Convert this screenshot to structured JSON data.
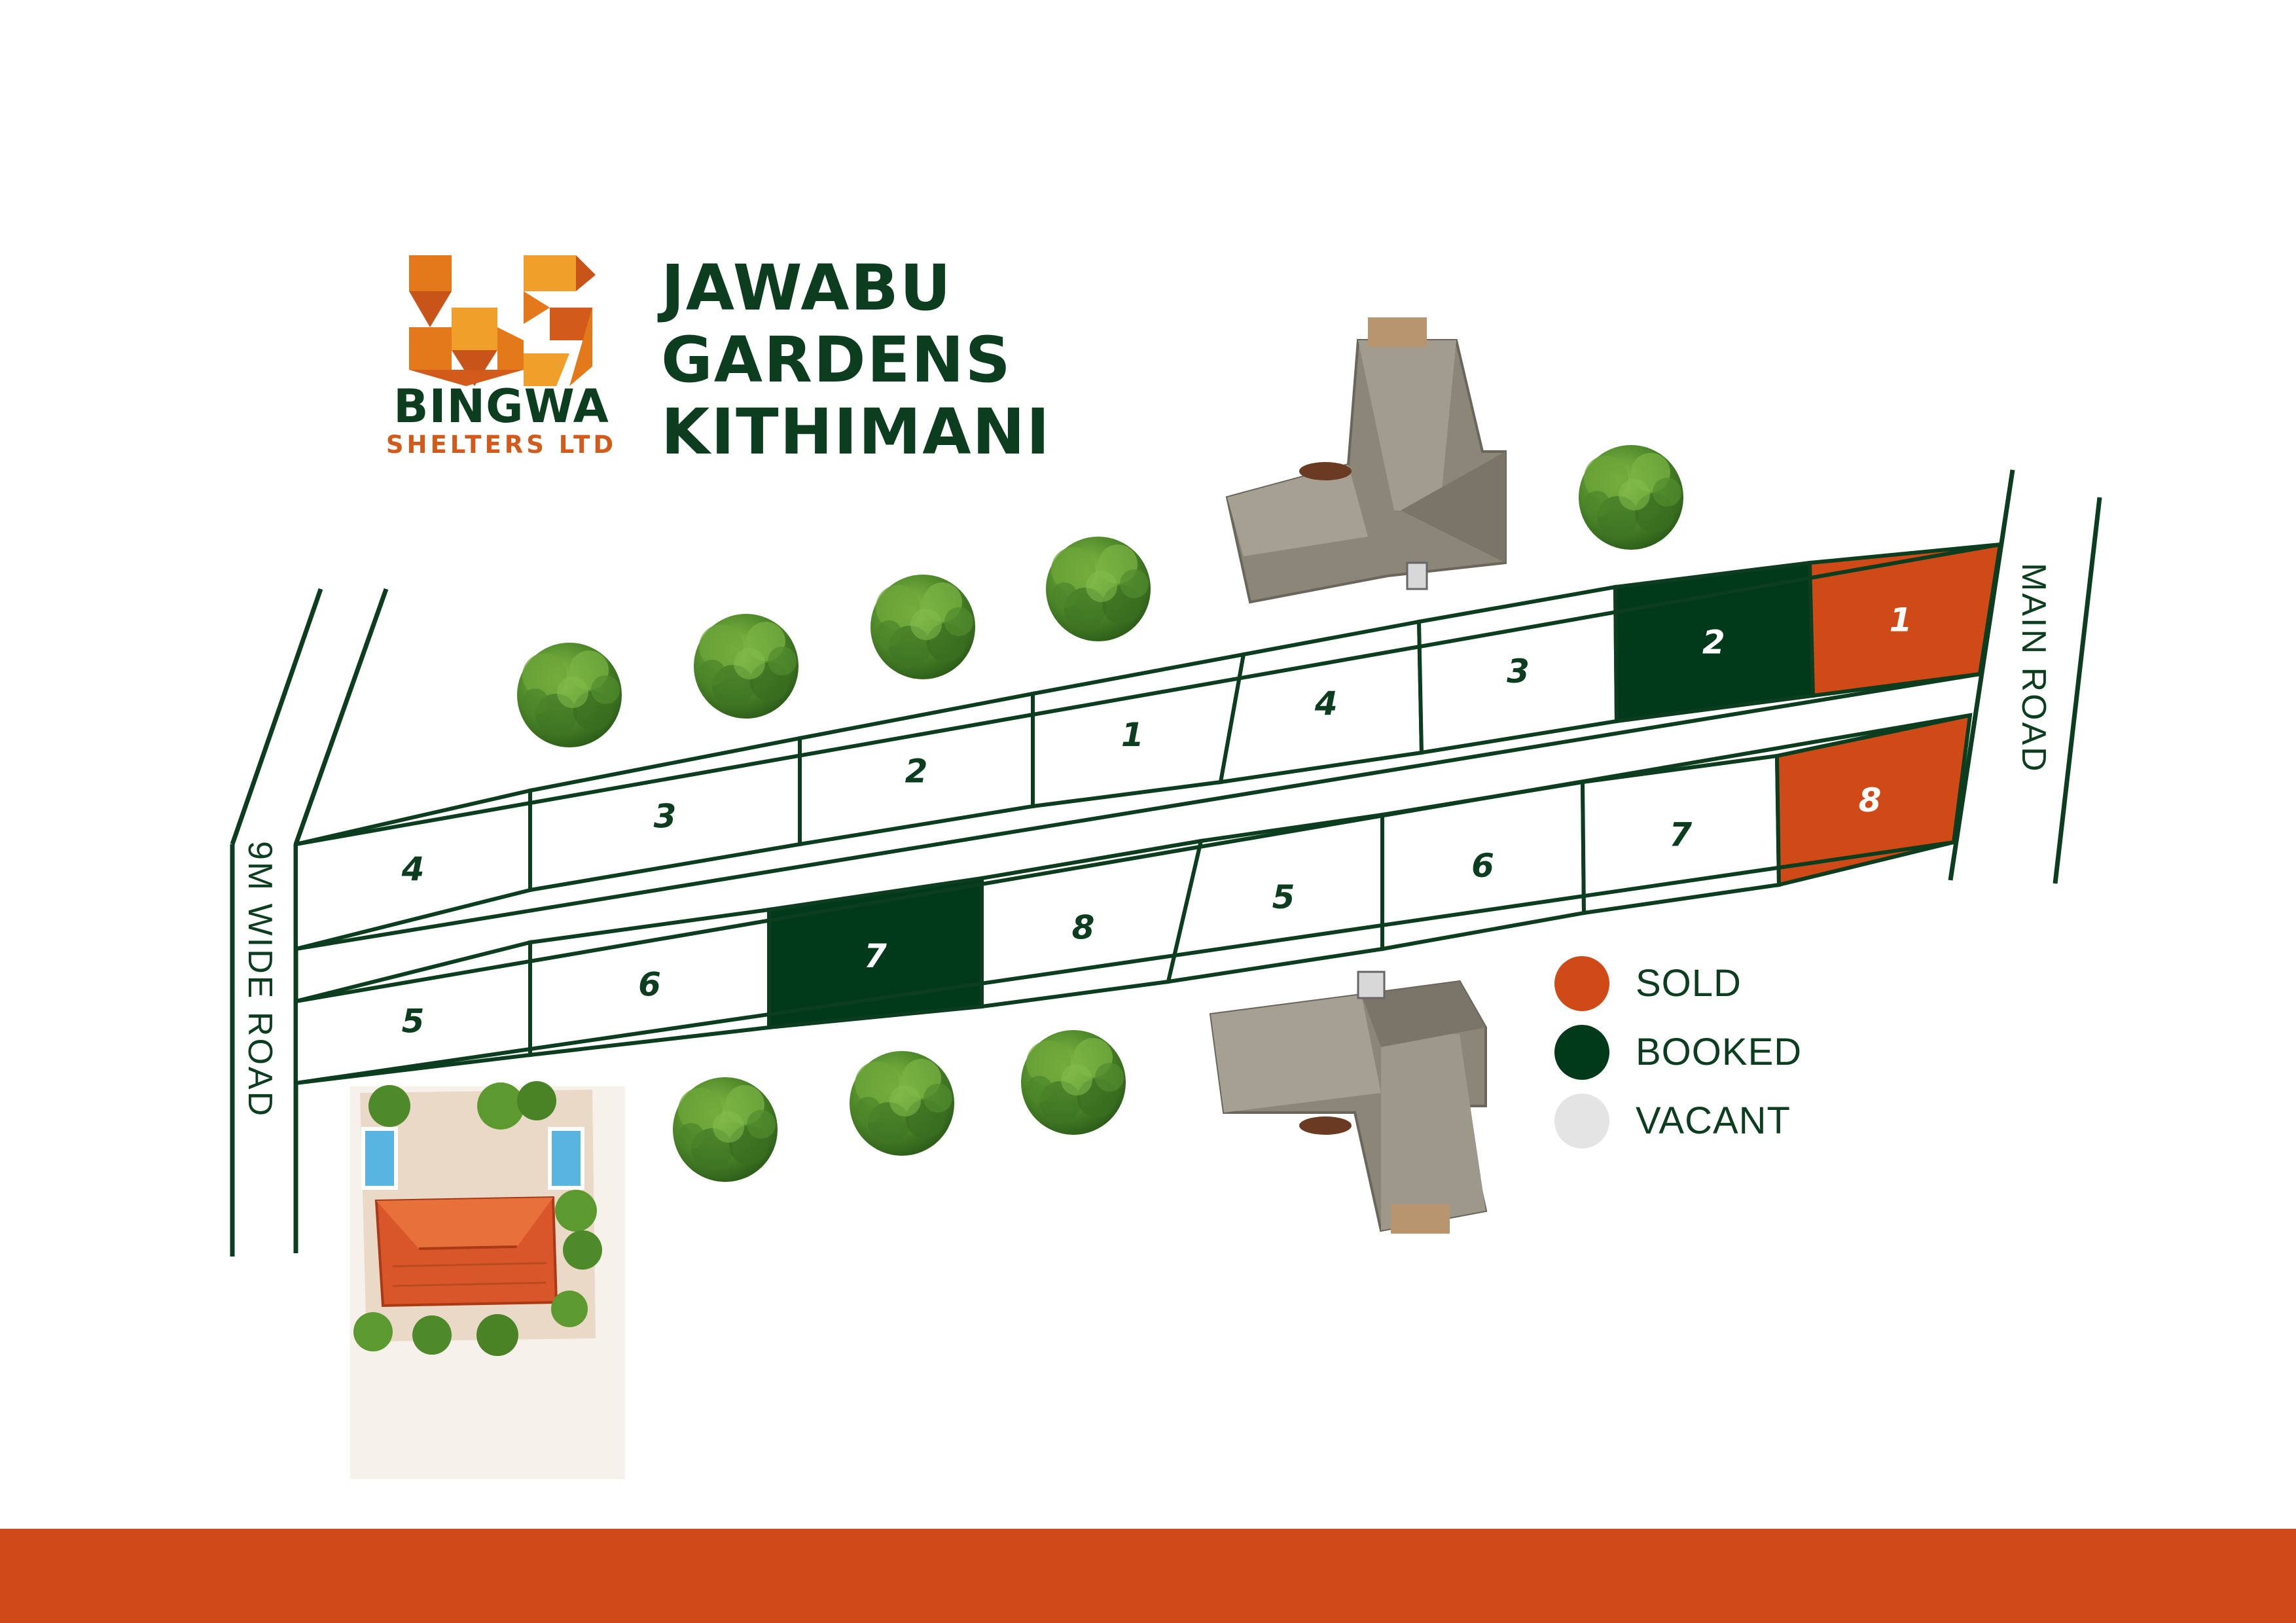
{
  "brand": {
    "name": "BINGWA",
    "subtitle": "SHELTERS LTD",
    "colors": {
      "orange": "#e3791a",
      "dark_orange": "#c9541a",
      "green": "#0b3d1e"
    }
  },
  "title": {
    "line1": "JAWABU",
    "line2": "GARDENS",
    "line3": "KITHIMANI"
  },
  "roads": {
    "left": "9M WIDE ROAD",
    "right": "MAIN ROAD"
  },
  "legend": [
    {
      "label": "SOLD",
      "status": "sold",
      "color": "#cf4a16"
    },
    {
      "label": "BOOKED",
      "status": "booked",
      "color": "#003a1b"
    },
    {
      "label": "VACANT",
      "status": "vacant",
      "color": "#e4e4e4"
    }
  ],
  "status_colors": {
    "sold": "#cf4a16",
    "booked": "#003a1b",
    "vacant": "#ffffff"
  },
  "plots": [
    {
      "id": "A4",
      "row": "row-1",
      "label": "4",
      "status": "vacant"
    },
    {
      "id": "A3",
      "row": "row-1",
      "label": "3",
      "status": "vacant"
    },
    {
      "id": "A2",
      "row": "row-1",
      "label": "2",
      "status": "vacant"
    },
    {
      "id": "A1",
      "row": "row-1",
      "label": "1",
      "status": "vacant"
    },
    {
      "id": "B4",
      "row": "row-1",
      "label": "4",
      "status": "vacant"
    },
    {
      "id": "B3",
      "row": "row-1",
      "label": "3",
      "status": "vacant"
    },
    {
      "id": "B2",
      "row": "row-1",
      "label": "2",
      "status": "booked"
    },
    {
      "id": "B1",
      "row": "row-1",
      "label": "1",
      "status": "sold"
    },
    {
      "id": "C5",
      "row": "row-2",
      "label": "5",
      "status": "vacant"
    },
    {
      "id": "C6",
      "row": "row-2",
      "label": "6",
      "status": "vacant"
    },
    {
      "id": "C7",
      "row": "row-2",
      "label": "7",
      "status": "booked"
    },
    {
      "id": "C8",
      "row": "row-2",
      "label": "8",
      "status": "vacant"
    },
    {
      "id": "D5",
      "row": "row-2",
      "label": "5",
      "status": "vacant"
    },
    {
      "id": "D6",
      "row": "row-2",
      "label": "6",
      "status": "vacant"
    },
    {
      "id": "D7",
      "row": "row-2",
      "label": "7",
      "status": "vacant"
    },
    {
      "id": "D8",
      "row": "row-2",
      "label": "8",
      "status": "sold"
    }
  ]
}
